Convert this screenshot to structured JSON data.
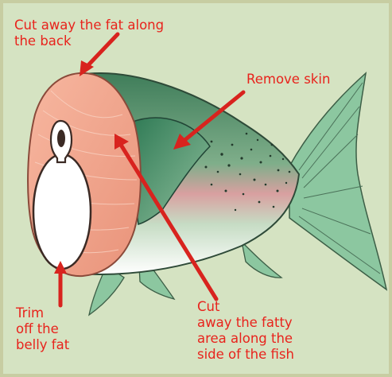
{
  "annotations": {
    "fat_along_back": "Cut away the fat along\nthe back",
    "remove_skin": "Remove skin",
    "trim_belly_fat": "Trim\noff the\nbelly fat",
    "fatty_side": "Cut\naway the fatty\narea along the\nside of the fish"
  },
  "colors": {
    "background": "#d5e3c2",
    "border": "#c7cda2",
    "label_text": "#e8231c",
    "arrow": "#d8231e",
    "flesh": "#f2a88f",
    "skin_green": "#5c9a6c",
    "fin_green": "#8cc7a0"
  }
}
